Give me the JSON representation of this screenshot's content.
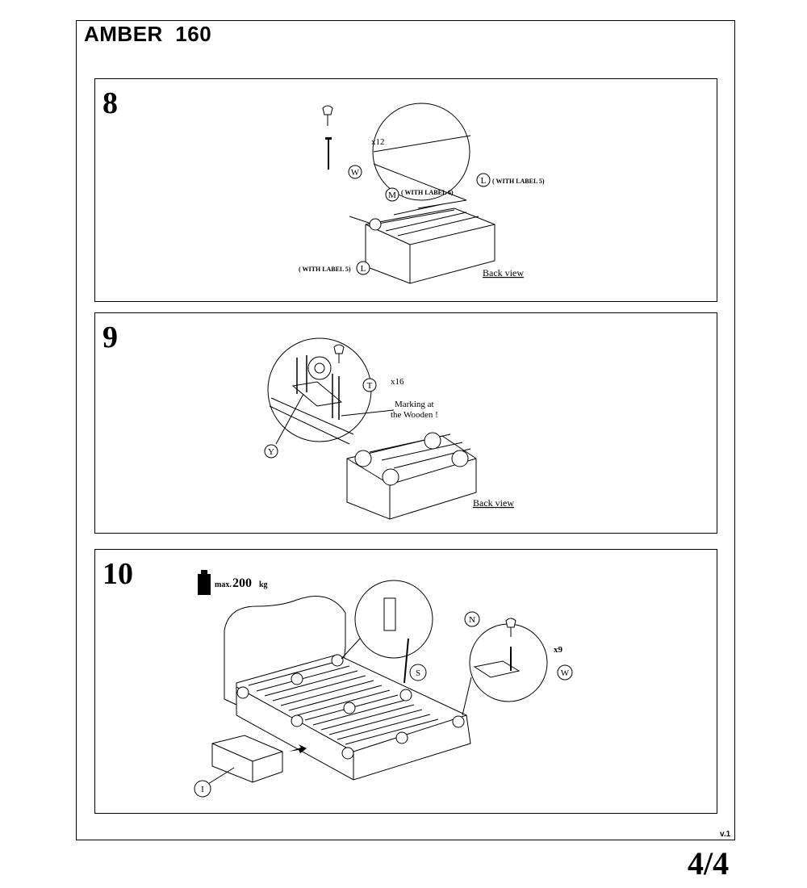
{
  "document": {
    "title": "AMBER  160",
    "version": "v.1",
    "page": "4/4"
  },
  "steps": [
    {
      "number": "8",
      "quantity": "x12",
      "parts": {
        "screw": "W",
        "slat_middle": "M",
        "slat_side": "L"
      },
      "labels": {
        "with_label_6": "( WITH LABEL 6)",
        "with_label_5_right": "( WITH LABEL 5)",
        "with_label_5_left": "( WITH LABEL 5)"
      },
      "view": "Back view"
    },
    {
      "number": "9",
      "quantity": "x16",
      "parts": {
        "screw": "T",
        "bracket": "Y"
      },
      "note_line1": "Marking at",
      "note_line2": "the Wooden !",
      "view": "Back view"
    },
    {
      "number": "10",
      "load": {
        "prefix": "max.",
        "value": "200",
        "unit": "kg"
      },
      "quantity": "x9",
      "parts": {
        "bolt": "S",
        "block": "N",
        "screw": "W",
        "drawer": "I"
      }
    }
  ]
}
